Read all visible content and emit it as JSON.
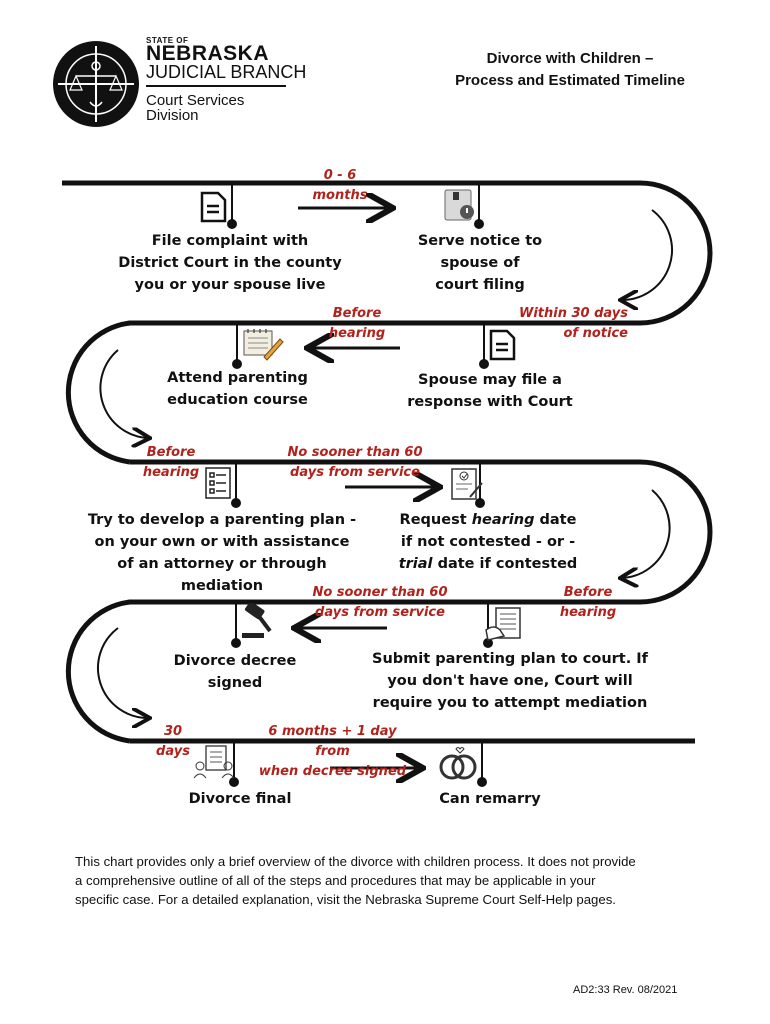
{
  "header": {
    "logo_state": "STATE OF",
    "logo_name": "NEBRASKA",
    "logo_branch": "JUDICIAL BRANCH",
    "logo_division_1": "Court Services",
    "logo_division_2": "Division",
    "title_line1": "Divorce with Children –",
    "title_line2": "Process and Estimated Timeline"
  },
  "steps": {
    "file_complaint": [
      "File complaint with",
      "District Court in the county",
      "you or your spouse live"
    ],
    "serve_notice": [
      "Serve notice to",
      "spouse of",
      "court filing"
    ],
    "attend_course": [
      "Attend parenting",
      "education course"
    ],
    "spouse_response": [
      "Spouse may file a",
      "response with Court"
    ],
    "parenting_plan": [
      "Try to develop a parenting plan -",
      "on your own or with assistance",
      "of an attorney or through",
      "mediation"
    ],
    "request_hearing": {
      "line1_a": "Request ",
      "line1_b": "hearing",
      "line1_c": " date",
      "line2": "if not contested - or -",
      "line3_a": "trial",
      "line3_b": " date if contested"
    },
    "decree_signed": [
      "Divorce decree",
      "signed"
    ],
    "submit_plan": [
      "Submit parenting plan to court. If",
      "you don't have one, Court will",
      "require you to attempt mediation"
    ],
    "divorce_final": "Divorce final",
    "can_remarry": "Can remarry"
  },
  "timings": {
    "t1": [
      "0 - 6",
      "months"
    ],
    "t2": [
      "Within 30 days",
      "of notice"
    ],
    "t3": [
      "Before",
      "hearing"
    ],
    "t4": [
      "Before",
      "hearing"
    ],
    "t5": [
      "No sooner than 60",
      "days from service"
    ],
    "t6": [
      "Before",
      "hearing"
    ],
    "t7": [
      "No sooner than 60",
      "days from service"
    ],
    "t8": [
      "30",
      "days"
    ],
    "t9": [
      "6 months + 1 day from",
      "when decree signed"
    ]
  },
  "footer": {
    "line1": "This chart provides only a brief overview of the divorce with children process. It does not provide",
    "line2": "a comprehensive outline of all of the steps and procedures that may be applicable in your",
    "line3": "specific case. For a detailed explanation, visit the Nebraska Supreme Court Self-Help pages.",
    "revision": "AD2:33 Rev. 08/2021"
  },
  "icons": {
    "seal": "nebraska-seal-icon",
    "document": "document-icon",
    "notice": "notice-letter-icon",
    "notepad": "notepad-pencil-icon",
    "checklist": "checklist-icon",
    "form": "signed-form-icon",
    "gavel": "gavel-icon",
    "handout": "hand-document-icon",
    "family": "family-document-icon",
    "rings": "wedding-rings-icon"
  },
  "colors": {
    "timing_red": "#b1221c",
    "line": "#111111"
  }
}
